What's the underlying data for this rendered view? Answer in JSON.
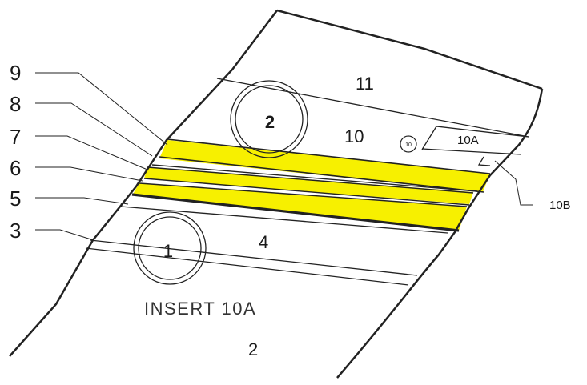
{
  "colors": {
    "highlight": "#f7f000",
    "line": "#222222",
    "background": "#ffffff"
  },
  "layer_labels": {
    "l9": "9",
    "l8": "8",
    "l7": "7",
    "l6": "6",
    "l5": "5",
    "l3": "3"
  },
  "region_labels": {
    "r11": "11",
    "r10": "10",
    "r10a": "10A",
    "r10b": "10B",
    "r4": "4",
    "r2_bottom": "2",
    "circle_small": "10"
  },
  "circles": {
    "c2": "2",
    "c1": "1"
  },
  "insert_label": "INSERT 10A"
}
